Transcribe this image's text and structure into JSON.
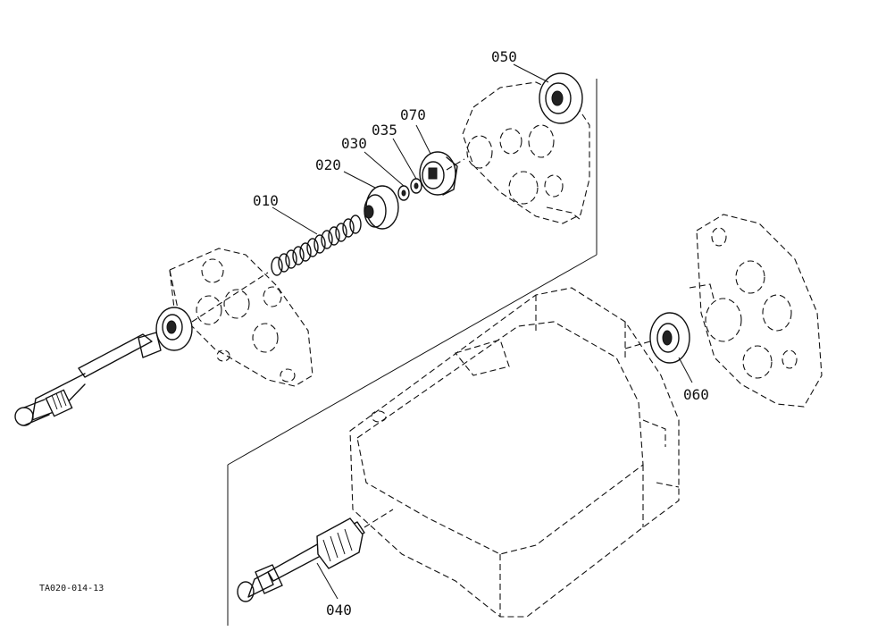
{
  "labels": {
    "p010": "010",
    "p020": "020",
    "p030": "030",
    "p035": "035",
    "p040": "040",
    "p050": "050",
    "p060": "060",
    "p070": "070"
  },
  "figure_ref": "TA020-014-13"
}
